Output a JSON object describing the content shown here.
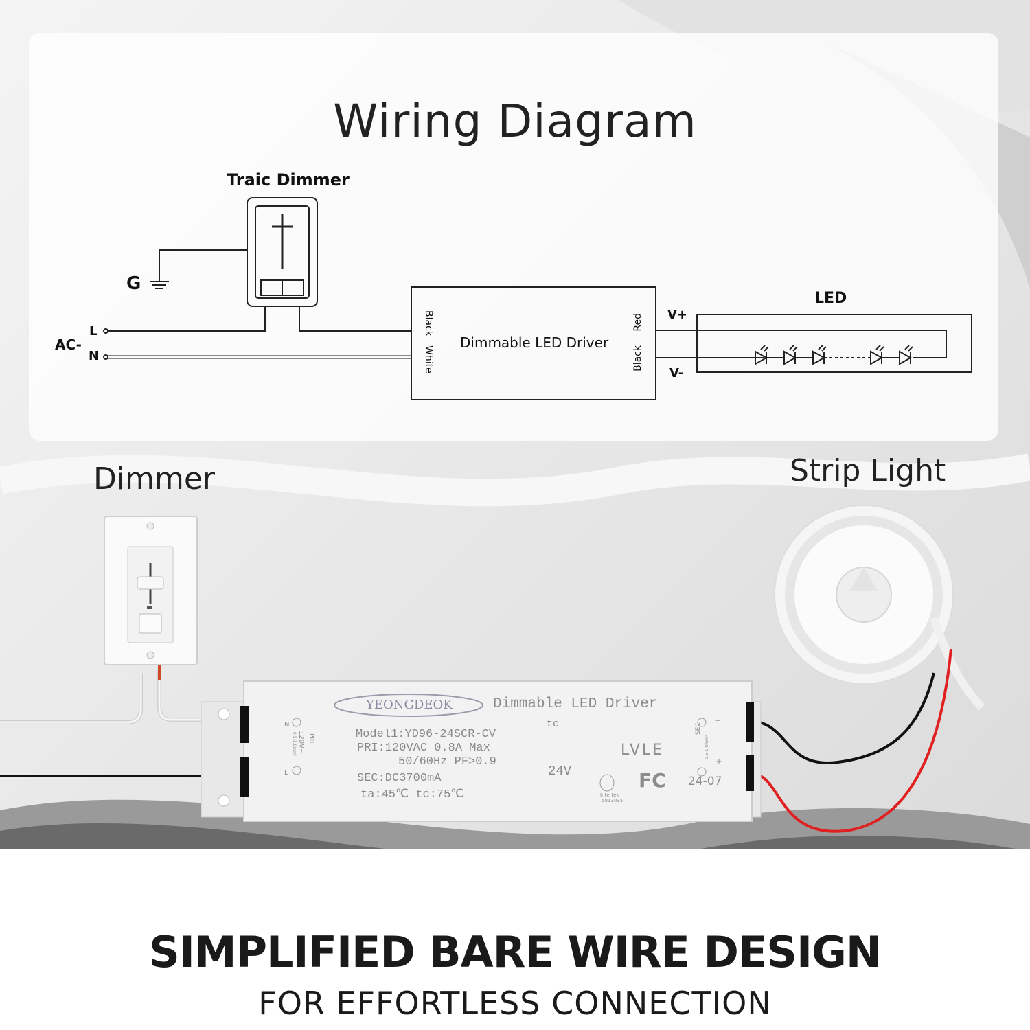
{
  "title": "Wiring Diagram",
  "diagram": {
    "dimmer_label": "Traic Dimmer",
    "ground_label": "G",
    "ac_label": "AC-",
    "line_label": "L",
    "neutral_label": "N",
    "driver_label": "Dimmable LED Driver",
    "driver_in_black": "Black",
    "driver_in_white": "White",
    "driver_out_red": "Red",
    "driver_out_black": "Black",
    "vplus_label": "V+",
    "vminus_label": "V-",
    "led_label": "LED"
  },
  "photo": {
    "dimmer_title": "Dimmer",
    "strip_title": "Strip Light",
    "driver": {
      "brand": "YEONGDEOK",
      "name": "Dimmable LED Driver",
      "model": "Model1:YD96-24SCR-CV",
      "tc_mark": "tc",
      "pri": "PRI:120VAC 0.8A Max",
      "freq": "50/60Hz PF>0.9",
      "sec": "SEC:DC3700mA",
      "temps": "ta:45℃   tc:75℃",
      "voltage": "24V",
      "lvle": "LVLE",
      "fc": "FC",
      "date": "24-07",
      "etl_sub": "Intertek",
      "etl_num": "5013035",
      "pri_label": "PRI",
      "pri_voltage": "120V~",
      "pri_wire": "0.5-1.0mm²",
      "sec_label": "SEC",
      "sec_wire": "0.5-1.0mm²",
      "n_mark": "N",
      "l_mark": "L",
      "minus_mark": "−",
      "plus_mark": "+"
    }
  },
  "headline": "SIMPLIFIED BARE WIRE DESIGN",
  "subline": "FOR EFFORTLESS CONNECTION",
  "colors": {
    "red_wire": "#e02020",
    "black_wire": "#111111",
    "text": "#1a1a1a"
  }
}
